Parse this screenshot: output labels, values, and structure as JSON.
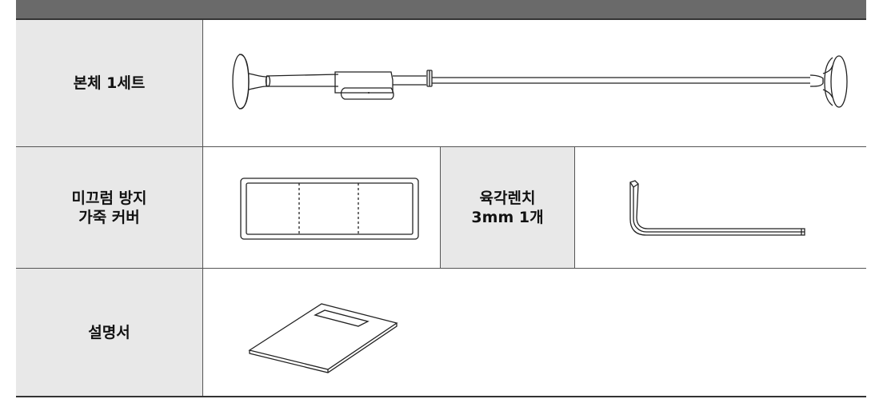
{
  "table": {
    "rows": [
      {
        "label": "본체 1세트",
        "item": "tension-rod"
      },
      {
        "label": "미끄럼 방지\n가죽 커버",
        "item": "leather-cover",
        "extra": {
          "label": "육각렌치\n3mm 1개",
          "item": "hex-wrench"
        }
      },
      {
        "label": "설명서",
        "item": "manual"
      }
    ]
  }
}
